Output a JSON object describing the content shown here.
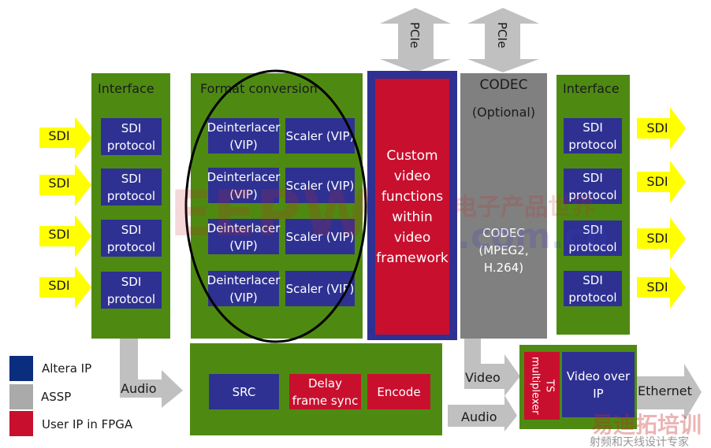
{
  "colors": {
    "altera_ip": "#2e3192",
    "assp": "#808080",
    "user_ip": "#c8102e",
    "fpga_block": "#4e8a12",
    "sdi_arrow": "#ffff00",
    "link_arrow": "#c0c0c0"
  },
  "left_interface": {
    "title": "Interface",
    "inputs": [
      "SDI",
      "SDI",
      "SDI",
      "SDI"
    ],
    "blocks": [
      "SDI protocol",
      "SDI protocol",
      "SDI protocol",
      "SDI protocol"
    ]
  },
  "format_conversion": {
    "title": "Format conversion",
    "rows": [
      {
        "deinterlacer": "Deinterlacer (VIP)",
        "scaler": "Scaler (VIP)"
      },
      {
        "deinterlacer": "Deinterlacer (VIP)",
        "scaler": "Scaler (VIP)"
      },
      {
        "deinterlacer": "Deinterlacer (VIP)",
        "scaler": "Scaler (VIP)"
      },
      {
        "deinterlacer": "Deinterlacer (VIP)",
        "scaler": "Scaler (VIP)"
      }
    ]
  },
  "custom": {
    "label": "Custom video functions within video framework",
    "pcie": "PCIe"
  },
  "codec": {
    "title": "CODEC",
    "subtitle": "(Optional)",
    "inner": "CODEC (MPEG2, H.264)",
    "pcie": "PCIe"
  },
  "right_interface": {
    "title": "Interface",
    "outputs": [
      "SDI",
      "SDI",
      "SDI",
      "SDI"
    ],
    "blocks": [
      "SDI protocol",
      "SDI protocol",
      "SDI protocol",
      "SDI protocol"
    ]
  },
  "audio_block": {
    "input": "Audio",
    "src": "SRC",
    "delay": "Delay frame sync",
    "encode": "Encode"
  },
  "ts_block": {
    "video_in": "Video",
    "audio_in": "Audio",
    "mux": "TS multiplexer",
    "voip": "Video over IP",
    "output": "Ethernet"
  },
  "legend": [
    {
      "label": "Altera IP"
    },
    {
      "label": "ASSP"
    },
    {
      "label": "User IP in FPGA"
    }
  ],
  "watermarks": {
    "eepw": "EEPW",
    "eepw_cn": "电子产品世界",
    "eepw_url": ".com.cn",
    "rf": "射频和天线设计专家",
    "rf_logo": "易迪拓培训"
  }
}
